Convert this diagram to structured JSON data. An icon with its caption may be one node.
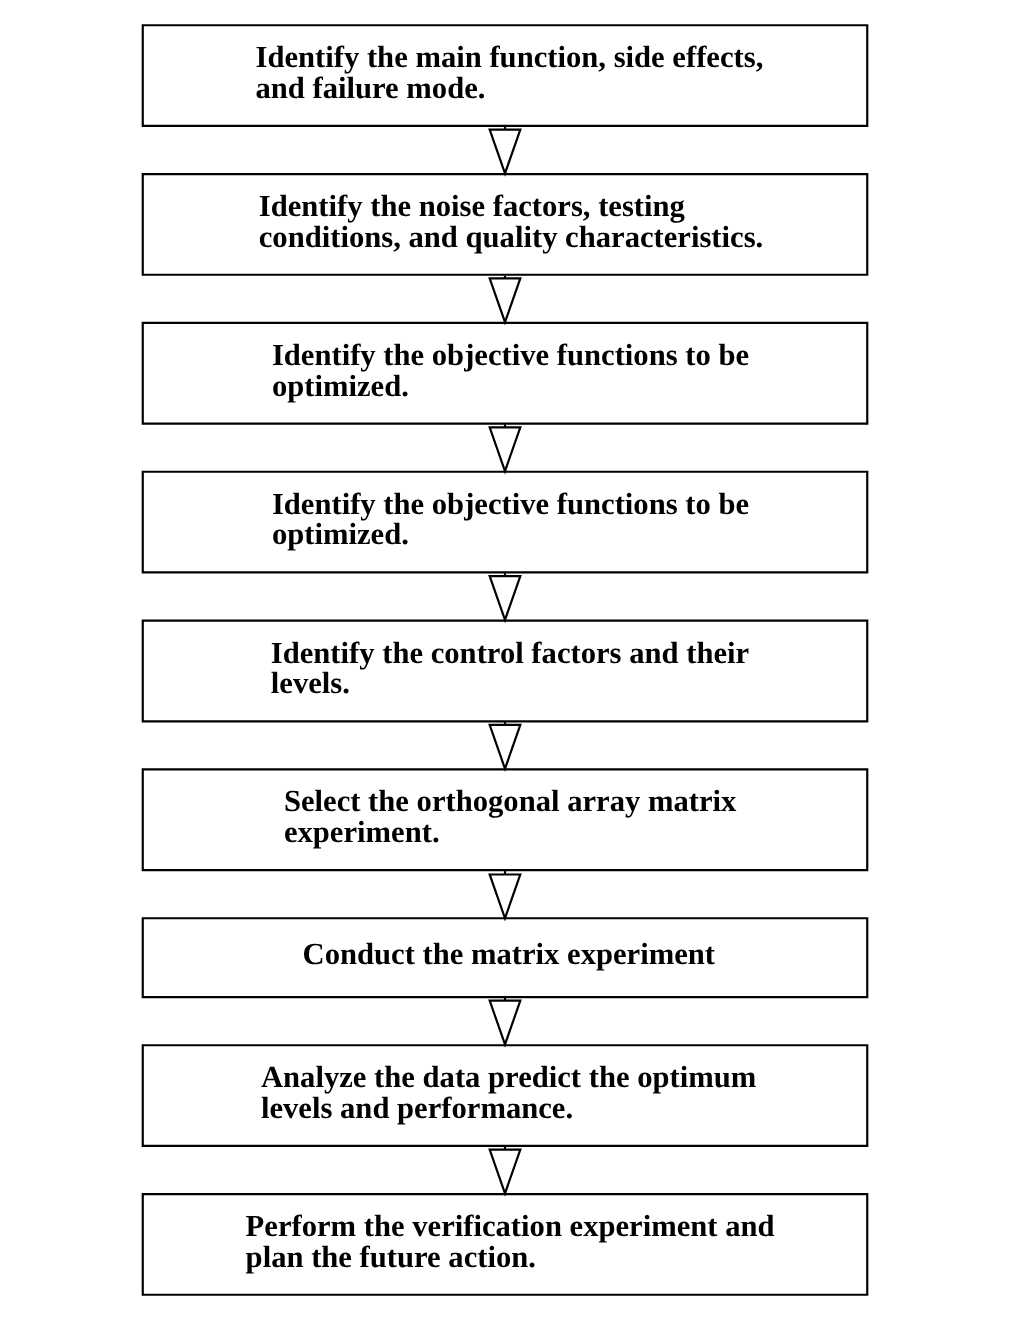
{
  "diagram": {
    "nodes": [
      {
        "text": [
          "Identify the main function, side effects, and failure mode."
        ]
      },
      {
        "text": [
          "Identify the noise factors, testing conditions, and quality characteristics."
        ]
      },
      {
        "text": [
          "Identify the objective functions to be optimized."
        ]
      },
      {
        "text": [
          "Identify the objective functions to be optimized."
        ]
      },
      {
        "text": [
          "Identify the control factors and their levels."
        ]
      },
      {
        "text": [
          "Select the orthogonal array matrix experiment."
        ]
      },
      {
        "text": [
          "Conduct the matrix experiment"
        ]
      },
      {
        "text": [
          "Analyze the data predict the optimum levels and performance."
        ]
      },
      {
        "text": [
          "Perform the verification experiment and plan the future action."
        ]
      }
    ],
    "edges": [
      {
        "from": 0,
        "to": 1,
        "arrow": "to"
      },
      {
        "from": 1,
        "to": 2,
        "arrow": "to"
      },
      {
        "from": 2,
        "to": 3,
        "arrow": "to"
      },
      {
        "from": 3,
        "to": 4,
        "arrow": "to"
      },
      {
        "from": 4,
        "to": 5,
        "arrow": "to"
      },
      {
        "from": 5,
        "to": 6,
        "arrow": "to"
      },
      {
        "from": 6,
        "to": 7,
        "arrow": "to"
      },
      {
        "from": 7,
        "to": 8,
        "arrow": "to"
      }
    ]
  }
}
